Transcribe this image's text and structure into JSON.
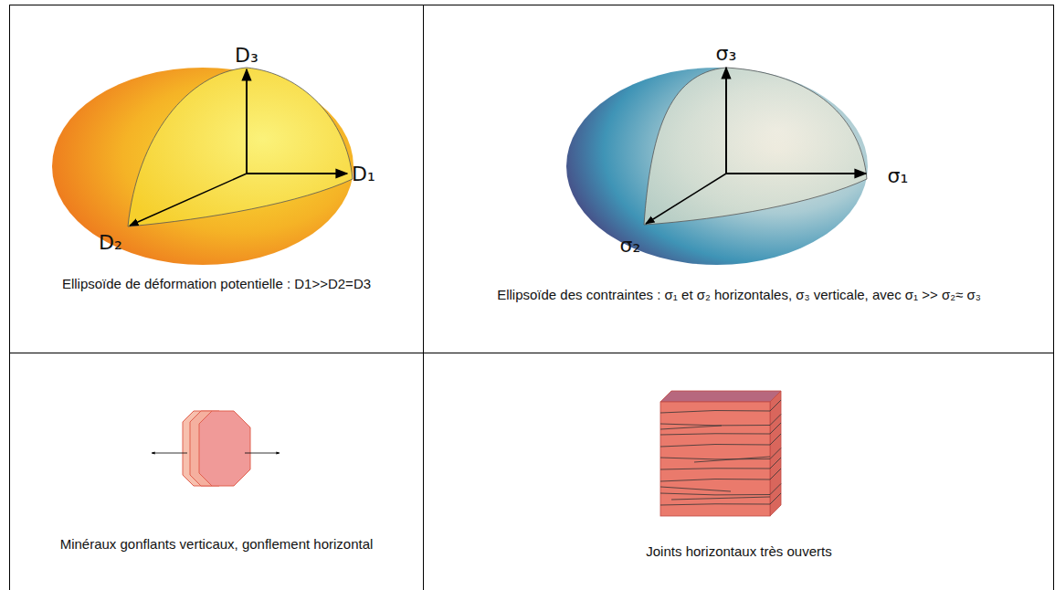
{
  "diagram": {
    "nodes": [
      {
        "text": [
          "Ellipsoïde de déformation potentielle : D1>>D2=D3"
        ]
      },
      {
        "text": [
          "Ellipsoïde des contraintes : σ₁ et σ₂ horizontales, σ₃ verticale, avec σ₁ >> σ₂≈ σ₃"
        ]
      },
      {
        "text": [
          "Minéraux gonflants verticaux, gonflement horizontal"
        ]
      },
      {
        "text": [
          "Joints horizontaux très ouverts"
        ]
      }
    ],
    "labels": [
      "D₃",
      "D₁",
      "D₂",
      "σ₃",
      "σ₁",
      "σ₂"
    ]
  }
}
